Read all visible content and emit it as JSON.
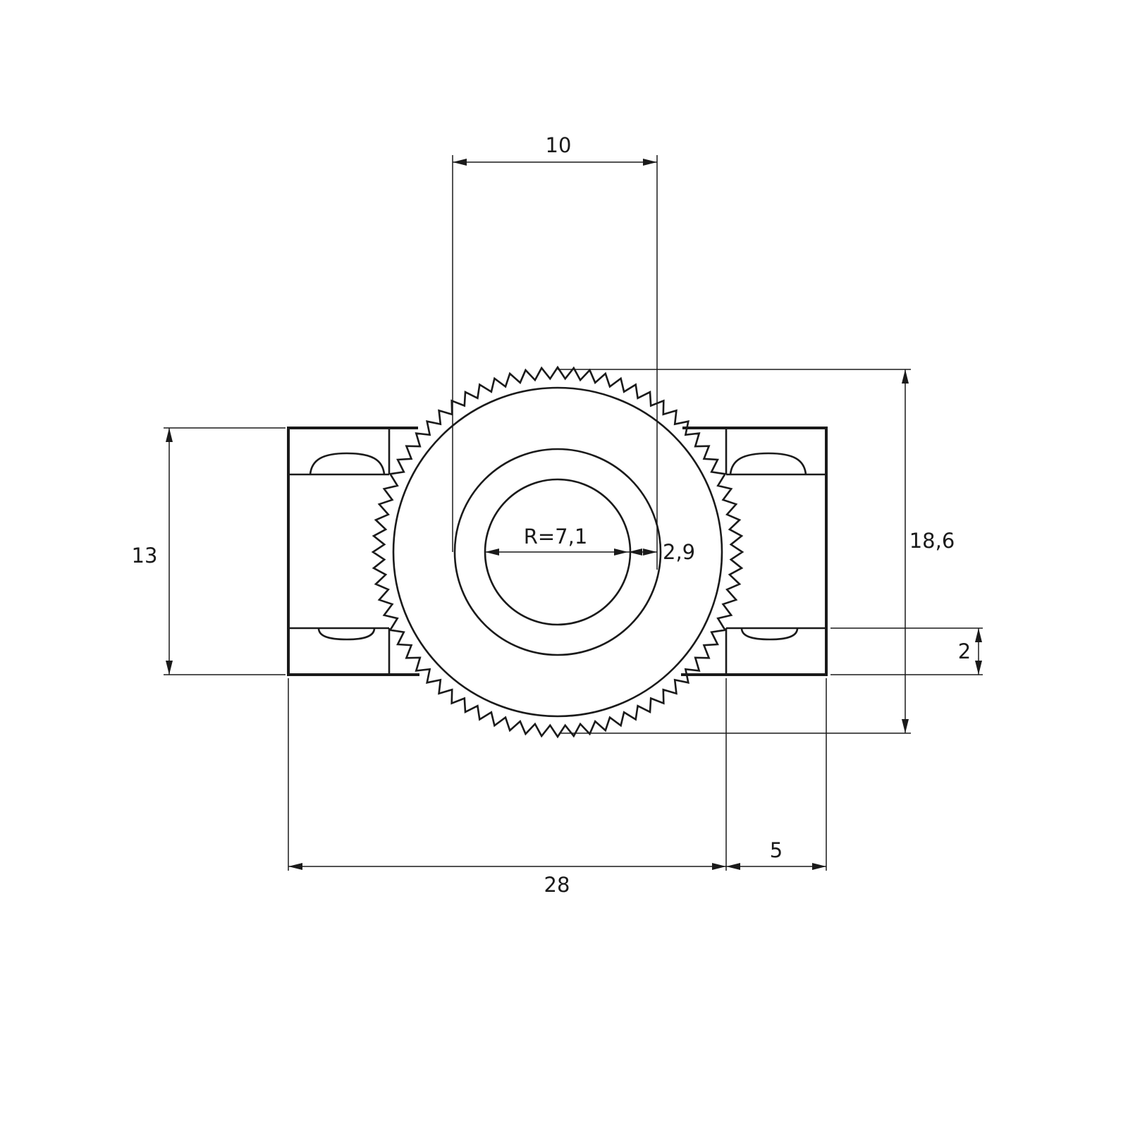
{
  "dimensions": {
    "top_width": "10",
    "radius": "R=7,1",
    "wall": "2,9",
    "left_height": "13",
    "right_height": "18,6",
    "slot_height": "2",
    "bottom_width": "28",
    "right_block": "5"
  },
  "colors": {
    "line": "#1a1a1a",
    "background": "#ffffff"
  }
}
